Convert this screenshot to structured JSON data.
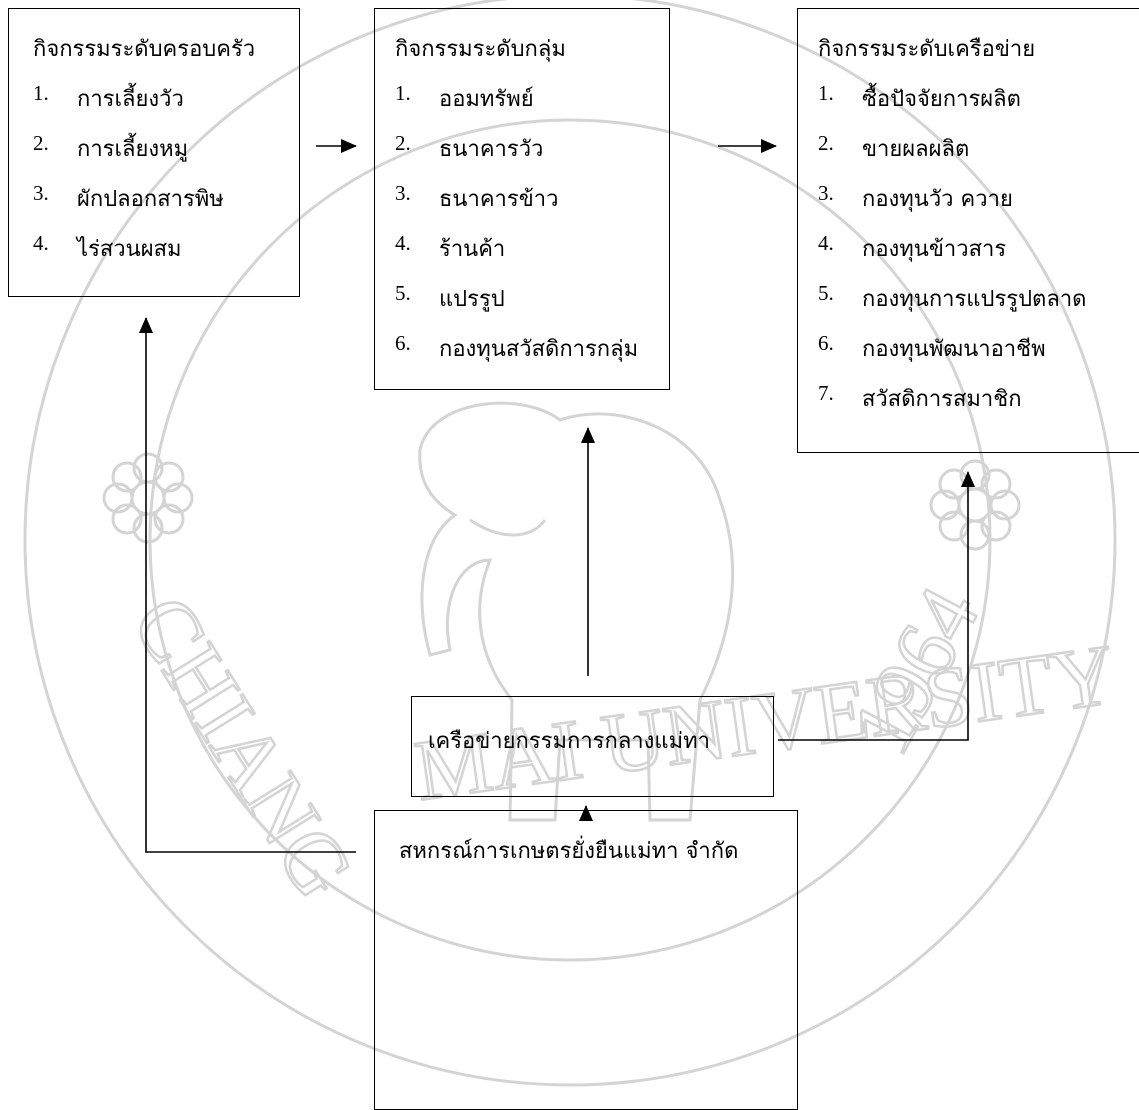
{
  "watermark": {
    "emblem": "chiang-mai-university-seal",
    "text_left": "CHIANG",
    "text_bottom": "MAI UNIVERSITY",
    "year": "1964",
    "color": "#d4d4d4"
  },
  "family": {
    "title": "กิจกรรมระดับครอบครัว",
    "items": [
      {
        "num": "1.",
        "text": "การเลี้ยงวัว"
      },
      {
        "num": "2.",
        "text": "การเลี้ยงหมู"
      },
      {
        "num": "3.",
        "text": "ผักปลอกสารพิษ"
      },
      {
        "num": "4.",
        "text": "ไร่สวนผสม"
      }
    ]
  },
  "group": {
    "title": "กิจกรรมระดับกลุ่ม",
    "items": [
      {
        "num": "1.",
        "text": "ออมทรัพย์"
      },
      {
        "num": "2.",
        "text": "ธนาคารวัว"
      },
      {
        "num": "3.",
        "text": "ธนาคารข้าว"
      },
      {
        "num": "4.",
        "text": "ร้านค้า"
      },
      {
        "num": "5.",
        "text": "แปรรูป"
      },
      {
        "num": "6.",
        "text": "กองทุนสวัสดิการกลุ่ม"
      }
    ]
  },
  "network": {
    "title": "กิจกรรมระดับเครือข่าย",
    "items": [
      {
        "num": "1.",
        "text": "ซื้อปัจจัยการผลิต"
      },
      {
        "num": "2.",
        "text": "ขายผลผลิต"
      },
      {
        "num": "3.",
        "text": "กองทุนวัว ควาย"
      },
      {
        "num": "4.",
        "text": "กองทุนข้าวสาร"
      },
      {
        "num": "5.",
        "text": "กองทุนการแปรรูปตลาด"
      },
      {
        "num": "6.",
        "text": "กองทุนพัฒนาอาชีพ"
      },
      {
        "num": "7.",
        "text": "สวัสดิการสมาชิก"
      }
    ]
  },
  "committee": {
    "label": "เครือข่ายกรรมการกลางแม่ทา"
  },
  "coop": {
    "label": "สหกรณ์การเกษตรยั่งยืนแม่ทา จำกัด"
  }
}
